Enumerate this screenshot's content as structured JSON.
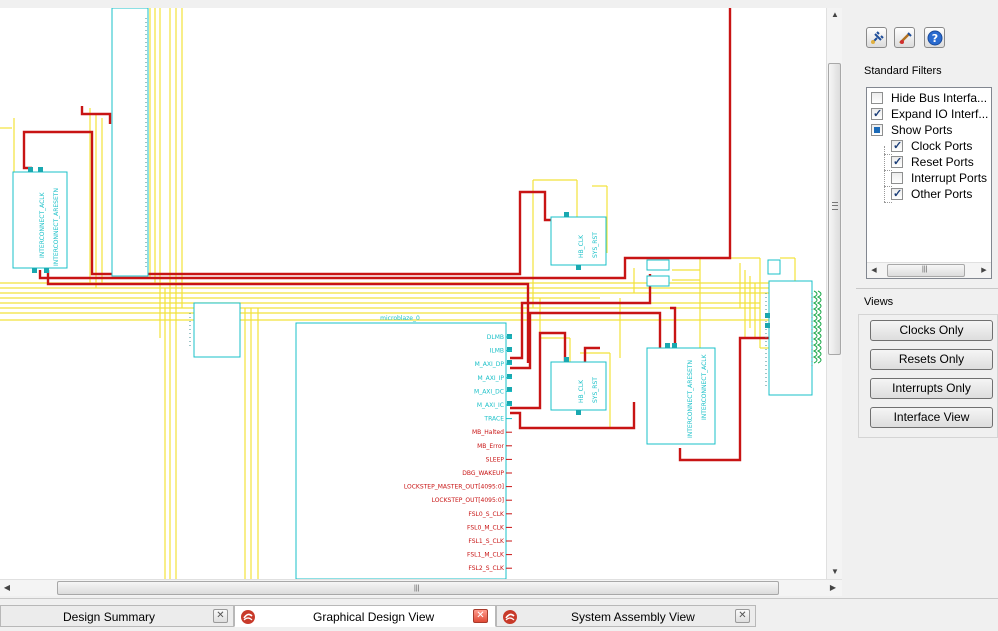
{
  "toolbar": {
    "buttons": [
      {
        "name": "connect-tool",
        "icon": "plug-icon"
      },
      {
        "name": "edit-tool",
        "icon": "brush-icon"
      },
      {
        "name": "help-tool",
        "icon": "help-icon"
      }
    ]
  },
  "filters": {
    "group_title": "Standard Filters",
    "items": [
      {
        "label": "Hide Bus Interfa...",
        "state": "unchecked",
        "level": 0
      },
      {
        "label": "Expand IO Interf...",
        "state": "checked",
        "level": 0
      },
      {
        "label": "Show Ports",
        "state": "partial",
        "level": 0
      },
      {
        "label": "Clock Ports",
        "state": "checked",
        "level": 1
      },
      {
        "label": "Reset Ports",
        "state": "checked",
        "level": 1
      },
      {
        "label": "Interrupt Ports",
        "state": "unchecked",
        "level": 1
      },
      {
        "label": "Other Ports",
        "state": "checked",
        "level": 1
      }
    ]
  },
  "views": {
    "group_title": "Views",
    "buttons": [
      "Clocks Only",
      "Resets Only",
      "Interrupts Only",
      "Interface View"
    ]
  },
  "tabs": [
    {
      "label": "Design Summary",
      "active": false,
      "has_icon": false
    },
    {
      "label": "Graphical Design View",
      "active": true,
      "has_icon": true
    },
    {
      "label": "System Assembly View",
      "active": false,
      "has_icon": true
    }
  ],
  "diagram": {
    "block_title": "microblaze_0",
    "ports": [
      {
        "label": "DLMB",
        "color": "#19c0c8"
      },
      {
        "label": "ILMB",
        "color": "#19c0c8"
      },
      {
        "label": "M_AXI_DP",
        "color": "#19c0c8"
      },
      {
        "label": "M_AXI_IP",
        "color": "#19c0c8"
      },
      {
        "label": "M_AXI_DC",
        "color": "#19c0c8"
      },
      {
        "label": "M_AXI_IC",
        "color": "#19c0c8"
      },
      {
        "label": "TRACE",
        "color": "#19c0c8"
      },
      {
        "label": "MB_Halted",
        "color": "#c81414"
      },
      {
        "label": "MB_Error",
        "color": "#c81414"
      },
      {
        "label": "SLEEP",
        "color": "#c81414"
      },
      {
        "label": "DBG_WAKEUP",
        "color": "#c81414"
      },
      {
        "label": "LOCKSTEP_MASTER_OUT[4095:0]",
        "color": "#c81414"
      },
      {
        "label": "LOCKSTEP_OUT[4095:0]",
        "color": "#c81414"
      },
      {
        "label": "FSL0_S_CLK",
        "color": "#c81414"
      },
      {
        "label": "FSL0_M_CLK",
        "color": "#c81414"
      },
      {
        "label": "FSL1_S_CLK",
        "color": "#c81414"
      },
      {
        "label": "FSL1_M_CLK",
        "color": "#c81414"
      },
      {
        "label": "FSL2_S_CLK",
        "color": "#c81414"
      }
    ],
    "vertical_labels": [
      "INTERCONNECT_ACLK",
      "INTERCONNECT_ARESETN",
      "HB_CLK",
      "SYS_RST",
      "HB_CLK",
      "SYS_RST",
      "INTERCONNECT_ARESETN",
      "INTERCONNECT_ACLK"
    ],
    "colors": {
      "wire_yellow": "#f2e23a",
      "wire_red": "#c81414",
      "block": "#19c0c8"
    }
  }
}
